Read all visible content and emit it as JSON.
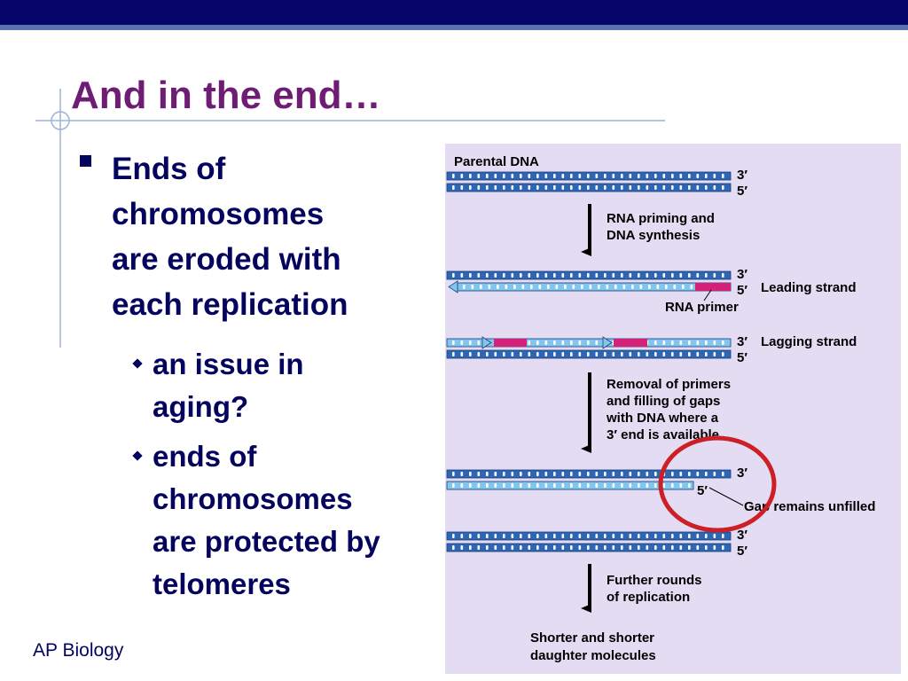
{
  "slide": {
    "title": "And in the end…",
    "footer": "AP Biology",
    "bullet": {
      "text_lines": [
        "Ends of",
        "chromosomes",
        "are eroded with",
        "each replication"
      ],
      "sub_bullets": [
        {
          "lines": [
            "an issue in",
            "aging?"
          ]
        },
        {
          "lines": [
            "ends of",
            "chromosomes",
            "are protected by",
            "telomeres"
          ]
        }
      ]
    }
  },
  "figure": {
    "parental_label": "Parental DNA",
    "step1": [
      "RNA priming and",
      "DNA synthesis"
    ],
    "step2": [
      "Removal of primers",
      "and filling of gaps",
      "with DNA where a",
      "3′ end is available"
    ],
    "step3": [
      "Further rounds",
      "of replication"
    ],
    "result": [
      "Shorter and shorter",
      "daughter molecules"
    ],
    "leading_strand": "Leading strand",
    "lagging_strand": "Lagging strand",
    "rna_primer": "RNA primer",
    "gap_label": "Gap remains unfilled",
    "end3": "3′",
    "end5": "5′",
    "colors": {
      "dark_strand": "#2f66b4",
      "light_strand": "#82c6ee",
      "primer": "#d5217a",
      "circle": "#cc1f26",
      "panel": "#e3dcf3"
    }
  }
}
